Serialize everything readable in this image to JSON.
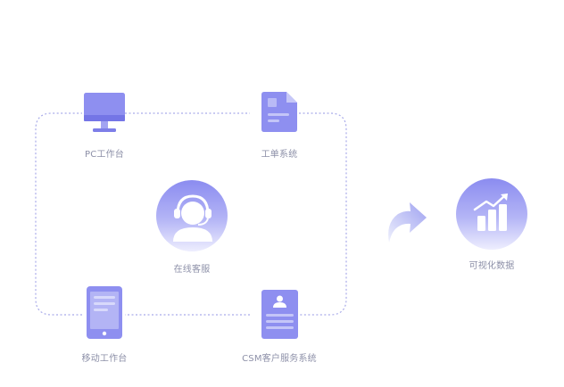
{
  "nodes": {
    "pc": {
      "label": "PC工作台",
      "icon": "desktop-monitor-icon"
    },
    "ticket": {
      "label": "工单系统",
      "icon": "document-icon"
    },
    "service": {
      "label": "在线客服",
      "icon": "headset-agent-icon"
    },
    "mobile": {
      "label": "移动工作台",
      "icon": "tablet-icon"
    },
    "csm": {
      "label": "CSM客户服务系统",
      "icon": "contact-card-icon"
    },
    "visual": {
      "label": "可视化数据",
      "icon": "bar-chart-trend-icon"
    }
  },
  "flow_arrow": {
    "icon": "curved-arrow-right-icon"
  },
  "colors": {
    "primary": "#8e8ff0",
    "primary_dark": "#6f70e0",
    "light": "#c6c7f6",
    "dotted": "#a9abe9",
    "label": "#8d90a8"
  }
}
